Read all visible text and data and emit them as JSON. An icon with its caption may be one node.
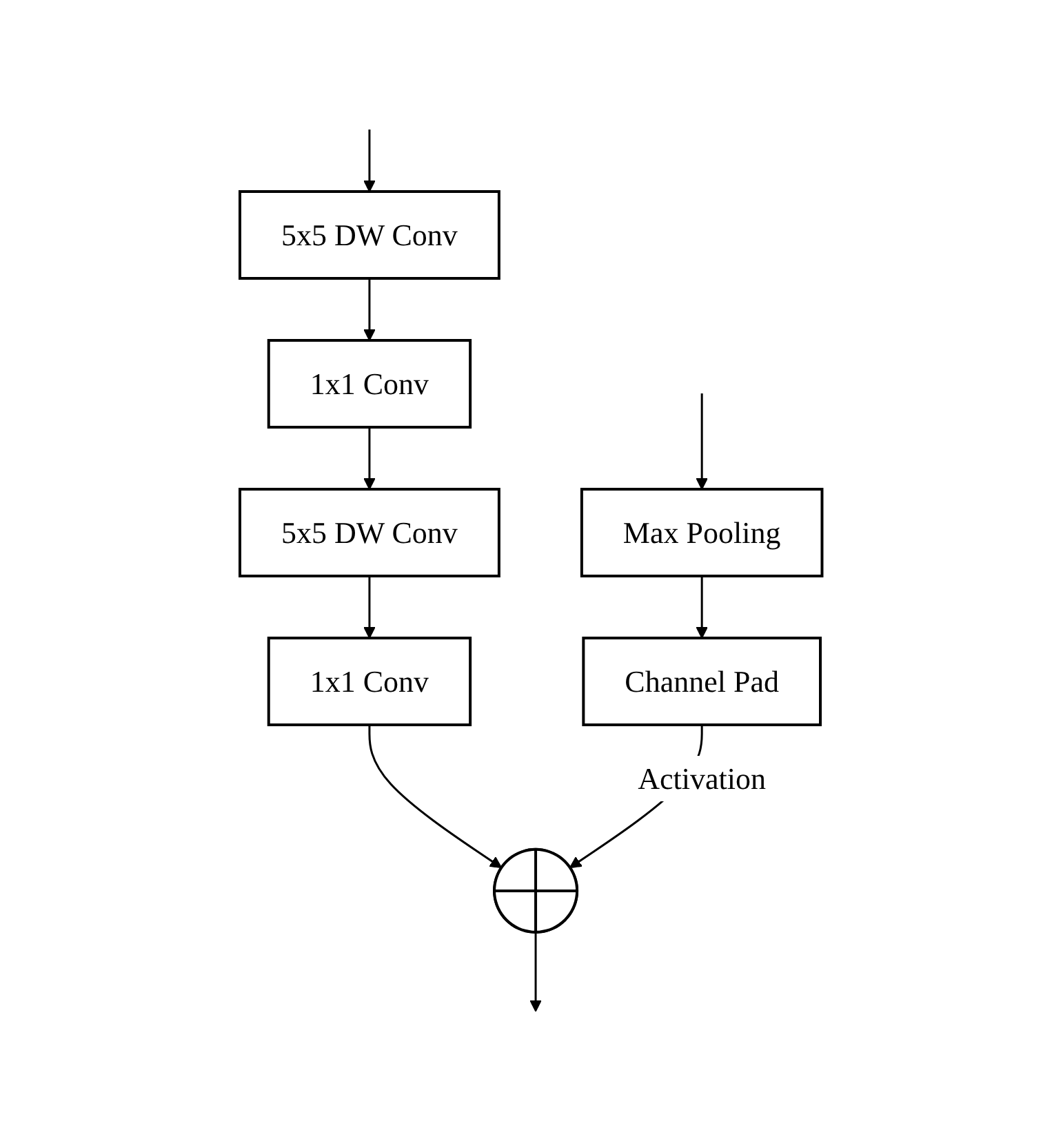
{
  "diagram": {
    "nodes": [
      {
        "text": [
          "5x5 DW Conv"
        ]
      },
      {
        "text": [
          "1x1 Conv"
        ]
      },
      {
        "text": [
          "5x5 DW Conv"
        ]
      },
      {
        "text": [
          "1x1 Conv"
        ]
      },
      {
        "text": [
          "Max Pooling"
        ]
      },
      {
        "text": [
          "Channel Pad"
        ]
      },
      {
        "text": [],
        "shape": "circle"
      }
    ],
    "edges": [
      {
        "from": null,
        "to": 0,
        "arrow": "to"
      },
      {
        "from": null,
        "to": 4,
        "arrow": "to"
      },
      {
        "from": 0,
        "to": 1,
        "arrow": "to"
      },
      {
        "from": 1,
        "to": 2,
        "arrow": "to"
      },
      {
        "from": 2,
        "to": 3,
        "arrow": "to"
      },
      {
        "from": 3,
        "to": 6,
        "arrow": "to"
      },
      {
        "from": 4,
        "to": 5,
        "arrow": "to"
      },
      {
        "from": 5,
        "to": 6,
        "arrow": "to",
        "label": "Activation"
      },
      {
        "from": 6,
        "to": null,
        "arrow": "to"
      }
    ]
  }
}
